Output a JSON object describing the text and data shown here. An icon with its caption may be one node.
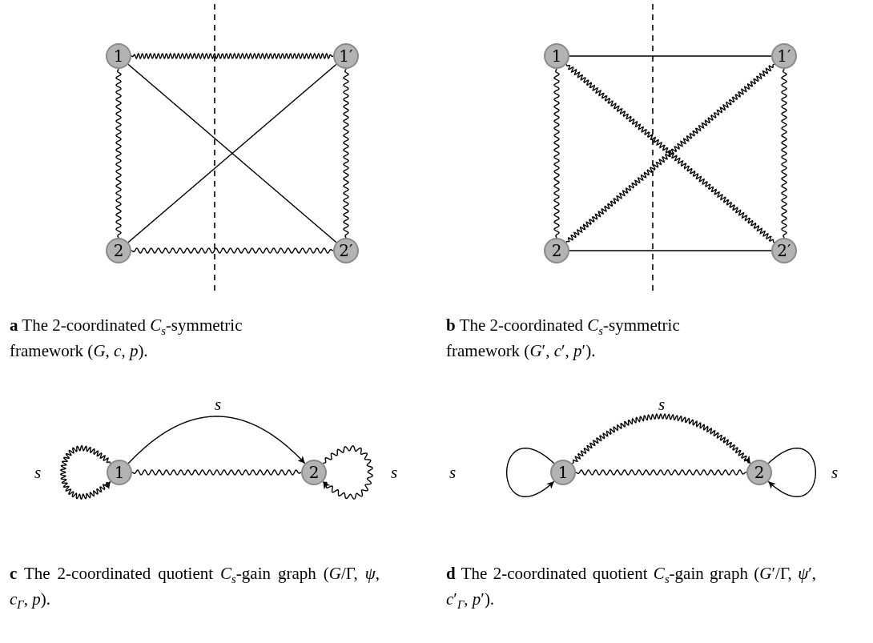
{
  "diagram": {
    "nodes": [
      {
        "text": [
          "1"
        ]
      },
      {
        "text": [
          "1′"
        ]
      },
      {
        "text": [
          "2"
        ]
      },
      {
        "text": [
          "2′"
        ]
      },
      {
        "text": [
          "1"
        ]
      },
      {
        "text": [
          "1′"
        ]
      },
      {
        "text": [
          "2"
        ]
      },
      {
        "text": [
          "2′"
        ]
      },
      {
        "text": [
          "1"
        ]
      },
      {
        "text": [
          "2"
        ]
      },
      {
        "text": [
          "1"
        ]
      },
      {
        "text": [
          "2"
        ]
      }
    ],
    "edges": [
      {
        "from": 0,
        "to": 1,
        "arrow": "none"
      },
      {
        "from": 0,
        "to": 2,
        "arrow": "none"
      },
      {
        "from": 1,
        "to": 3,
        "arrow": "none"
      },
      {
        "from": 2,
        "to": 3,
        "arrow": "none"
      },
      {
        "from": 0,
        "to": 3,
        "arrow": "none"
      },
      {
        "from": 1,
        "to": 2,
        "arrow": "none"
      },
      {
        "from": 4,
        "to": 5,
        "arrow": "none"
      },
      {
        "from": 4,
        "to": 6,
        "arrow": "none"
      },
      {
        "from": 5,
        "to": 7,
        "arrow": "none"
      },
      {
        "from": 6,
        "to": 7,
        "arrow": "none"
      },
      {
        "from": 4,
        "to": 7,
        "arrow": "none"
      },
      {
        "from": 5,
        "to": 6,
        "arrow": "none"
      },
      {
        "from": 8,
        "to": 8,
        "arrow": "to",
        "label": "s"
      },
      {
        "from": 8,
        "to": 9,
        "arrow": "to",
        "label": "s"
      },
      {
        "from": 8,
        "to": 9,
        "arrow": "none"
      },
      {
        "from": 9,
        "to": 9,
        "arrow": "to",
        "label": "s"
      },
      {
        "from": 10,
        "to": 10,
        "arrow": "to",
        "label": "s"
      },
      {
        "from": 10,
        "to": 11,
        "arrow": "to",
        "label": "s"
      },
      {
        "from": 10,
        "to": 11,
        "arrow": "none"
      },
      {
        "from": 11,
        "to": 11,
        "arrow": "to",
        "label": "s"
      }
    ],
    "labels": [
      "**a** The 2-coordinated *C*$_{s}$-symmetric framework (*G*, *c*, *p*).",
      "**b** The 2-coordinated *C*$_{s}$-symmetric framework (*G*′, *c*′, *p*′).",
      "**c** The 2-coordinated quotient *C*$_{s}$-gain graph (*G*/Γ, *ψ*, *c*$_{Γ}$, *p*).",
      "**d** The 2-coordinated quotient *C*$_{s}$-gain graph (*G*′/Γ, *ψ*′, *c*′$_{Γ}$, *p*′)."
    ]
  }
}
